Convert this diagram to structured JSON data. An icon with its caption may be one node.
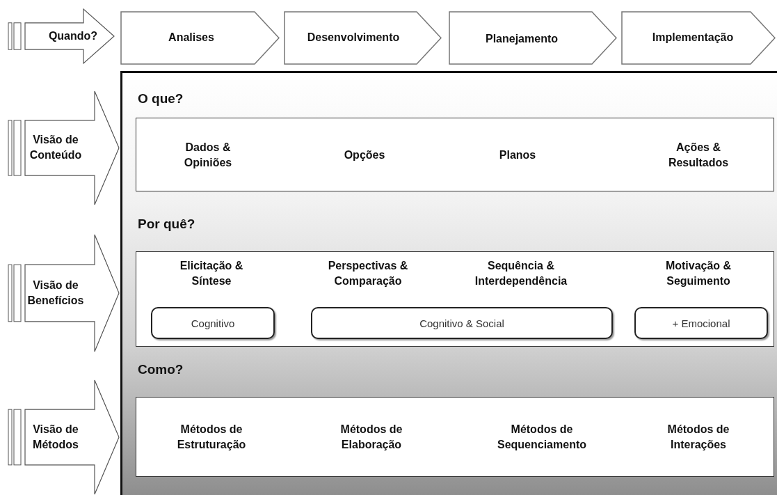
{
  "diagram": {
    "nodes": [
      {
        "text": [
          "Quando?"
        ]
      },
      {
        "text": [
          "Analises"
        ]
      },
      {
        "text": [
          "Desenvolvimento"
        ]
      },
      {
        "text": [
          "Planejamento"
        ]
      },
      {
        "text": [
          "Implementação"
        ]
      },
      {
        "text": [
          "Visão de Conteúdo"
        ]
      },
      {
        "text": [
          "O que?",
          "Por quê?",
          "Como?"
        ]
      },
      {
        "text": [
          "Dados & Opiniões",
          "Opções",
          "Planos",
          "Ações & Resultados"
        ],
        "in": 6
      },
      {
        "text": [
          "Visão de Benefícios"
        ]
      },
      {
        "text": [
          "Elicitação & Síntese",
          "Perspectivas & Comparação",
          "Sequência & Interdependência",
          "Motivação & Seguimento"
        ],
        "in": 6
      },
      {
        "text": [
          "Cognitivo"
        ],
        "in": 9
      },
      {
        "text": [
          "Cognitivo & Social"
        ],
        "in": 9
      },
      {
        "text": [
          "+ Emocional"
        ],
        "in": 9
      },
      {
        "text": [
          "Visão de Métodos"
        ]
      },
      {
        "text": [
          "Métodos de Estruturação",
          "Métodos de Elaboração",
          "Métodos de Sequenciamento",
          "Métodos de Interações"
        ],
        "in": 6
      }
    ],
    "edges": []
  }
}
